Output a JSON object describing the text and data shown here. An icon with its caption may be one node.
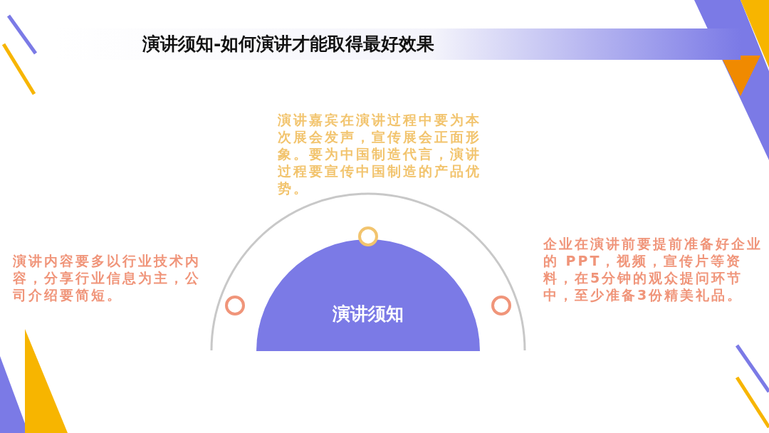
{
  "diagram": {
    "title": "演讲须知-如何演讲才能取得最好效果",
    "nodes": [
      {
        "text": [
          "演讲须知"
        ]
      },
      {
        "text": [],
        "shape": "circle"
      },
      {
        "text": [],
        "shape": "circle"
      },
      {
        "text": [],
        "shape": "circle"
      }
    ],
    "edges": [],
    "labels": [
      "演讲嘉宾在演讲过程中要为本次展会发声，宣传展会正面形象。要为中国制造代言，演讲过程要宣传中国制造的产品优势。",
      "演讲内容要多以行业技术内容，分享行业信息为主，公司介绍要简短。",
      "企业在演讲前要提前准备好企业的 PPT，视频，宣传片等资料，在5分钟的观众提问环节中，至少准备3份精美礼品。"
    ]
  }
}
